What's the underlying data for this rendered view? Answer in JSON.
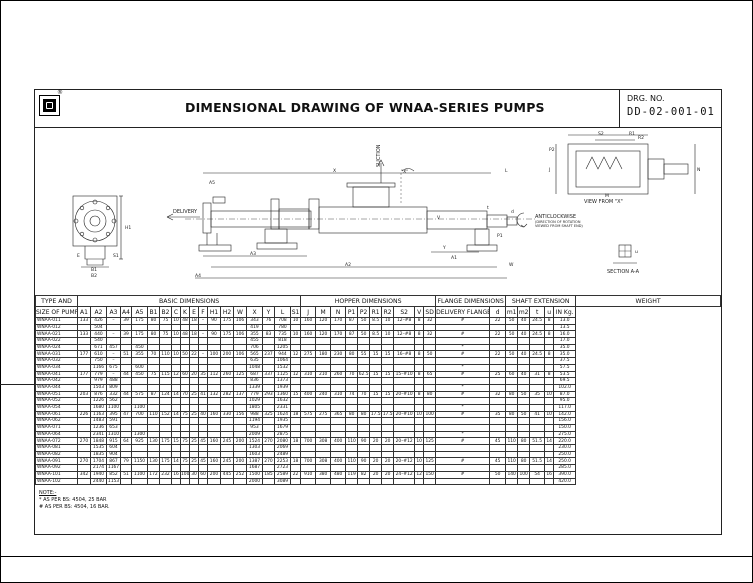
{
  "title": "DIMENSIONAL DRAWING OF WNAA-SERIES PUMPS",
  "drg_no_label": "DRG. NO.",
  "drg_no": "DD-02-001-01",
  "drawing": {
    "suction": "SUCTION",
    "delivery": "DELIVERY",
    "x_mark": "\"X\"",
    "anticlockwise": "ANTICLOCKWISE",
    "rotation_note_1": "(DIRECTION OF ROTATION",
    "rotation_note_2": "VIEWED FROM SHAFT END)",
    "view_from_x": "VIEW FROM \"X\"",
    "section_aa": "SECTION A-A",
    "dims": {
      "A5": "A5",
      "X": "X",
      "L": "L",
      "A1": "A1",
      "A2": "A2",
      "A3": "A3",
      "A4": "A4",
      "V": "V",
      "Y": "Y",
      "W": "W",
      "H": "H",
      "H1": "H1",
      "B1": "B1",
      "B2": "B2",
      "S1": "S1",
      "E": "E",
      "F": "F",
      "C": "C",
      "K": "K",
      "P1": "P1",
      "P2": "P2",
      "R1": "R1",
      "S2": "S2",
      "J": "J",
      "M": "M",
      "N": "N",
      "d": "d",
      "t": "t",
      "u": "u",
      "A": "A",
      "D": "D",
      "R2": "R2",
      "m1": "m1",
      "m2": "m2"
    }
  },
  "table": {
    "group_headers": {
      "type_and": "TYPE AND",
      "size_of_pump": "SIZE OF PUMP",
      "basic": "BASIC DIMENSIONS",
      "hopper": "HOPPER DIMENSIONS",
      "flange": "FLANGE DIMENSIONS",
      "shaft": "SHAFT EXTENSION",
      "weight": "WEIGHT",
      "weight_unit": "IN Kg."
    },
    "sub_headers": [
      "A1",
      "A2",
      "A3",
      "A4",
      "A5",
      "B1",
      "B2",
      "C",
      "K",
      "E",
      "F",
      "H1",
      "H2",
      "W",
      "X",
      "Y",
      "L",
      "S1",
      "J",
      "M",
      "N",
      "P1",
      "P2",
      "R1",
      "R2",
      "S2",
      "V",
      "SD",
      "DELIVERY FLANGE",
      "d",
      "m1",
      "m2",
      "t",
      "u"
    ],
    "rows": [
      [
        "WNAA-011",
        "133",
        "426",
        "–",
        "39",
        "175",
        "80",
        "75",
        "10",
        "48",
        "18",
        "–",
        "90",
        "175",
        "106",
        "343",
        "76",
        "708",
        "10",
        "160",
        "120",
        "170",
        "87",
        "50",
        "8.5",
        "10",
        "12–#8",
        "8",
        "32",
        "#",
        "22",
        "50",
        "40",
        "24.5",
        "8",
        "13.0"
      ],
      [
        "WNAA-012",
        "",
        "504",
        "",
        "",
        "",
        "",
        "",
        "",
        "",
        "",
        "",
        "",
        "",
        "",
        "419",
        "",
        "780",
        "",
        "",
        "",
        "",
        "",
        "",
        "",
        "",
        "",
        "",
        "",
        "",
        "",
        "",
        "",
        "",
        "",
        "13.5"
      ],
      [
        "WNAA-021",
        "133",
        "440",
        "–",
        "39",
        "175",
        "80",
        "75",
        "10",
        "48",
        "18",
        "–",
        "90",
        "175",
        "106",
        "355",
        "83",
        "735",
        "10",
        "160",
        "120",
        "170",
        "87",
        "50",
        "8.5",
        "10",
        "12–#8",
        "8",
        "32",
        "#",
        "22",
        "50",
        "40",
        "24.5",
        "8",
        "16.0"
      ],
      [
        "WNAA-022",
        "",
        "540",
        "",
        "",
        "",
        "",
        "",
        "",
        "",
        "",
        "",
        "",
        "",
        "",
        "455",
        "",
        "818",
        "",
        "",
        "",
        "",
        "",
        "",
        "",
        "",
        "",
        "",
        "",
        "",
        "",
        "",
        "",
        "",
        "",
        "17.0"
      ],
      [
        "WNAA-024",
        "",
        "671",
        "457",
        "",
        "450",
        "",
        "",
        "",
        "",
        "",
        "",
        "",
        "",
        "",
        "706",
        "",
        "1205",
        "",
        "",
        "",
        "",
        "",
        "",
        "",
        "",
        "",
        "",
        "",
        "*",
        "",
        "",
        "",
        "",
        "",
        "35.0"
      ],
      [
        "WNAA-031",
        "177",
        "610",
        "–",
        "51",
        "355",
        "70",
        "110",
        "10",
        "50",
        "22",
        "–",
        "100",
        "200",
        "106",
        "565",
        "237",
        "944",
        "12",
        "275",
        "180",
        "230",
        "80",
        "55",
        "15",
        "15",
        "16–#8",
        "8",
        "50",
        "#",
        "22",
        "50",
        "40",
        "24.5",
        "8",
        "35.0"
      ],
      [
        "WNAA-032",
        "",
        "750",
        "–",
        "",
        "",
        "",
        "",
        "",
        "",
        "",
        "",
        "",
        "",
        "",
        "635",
        "",
        "1064",
        "",
        "",
        "",
        "",
        "",
        "",
        "",
        "",
        "",
        "",
        "",
        "",
        "",
        "",
        "",
        "",
        "",
        "37.5"
      ],
      [
        "WNAA-034",
        "",
        "1166",
        "675",
        "",
        "600",
        "",
        "",
        "",
        "",
        "",
        "",
        "",
        "",
        "",
        "1048",
        "",
        "1532",
        "",
        "",
        "",
        "",
        "",
        "",
        "",
        "",
        "",
        "",
        "",
        "*",
        "",
        "",
        "",
        "",
        "",
        "57.5"
      ],
      [
        "WNAA-041",
        "177",
        "779",
        "–",
        "44",
        "450",
        "75",
        "115",
        "12",
        "60",
        "20",
        "35",
        "112",
        "260",
        "125",
        "687",
        "337",
        "1125",
        "12",
        "310",
        "210",
        "260",
        "70",
        "62.5",
        "15",
        "15",
        "15–#10",
        "8",
        "65",
        "#",
        "25",
        "60",
        "40",
        "31",
        "8",
        "53.5"
      ],
      [
        "WNAA-042",
        "",
        "979",
        "488",
        "",
        "",
        "",
        "",
        "",
        "",
        "",
        "",
        "",
        "",
        "",
        "836",
        "",
        "1373",
        "",
        "",
        "",
        "",
        "",
        "",
        "",
        "",
        "",
        "",
        "",
        "",
        "",
        "",
        "",
        "",
        "",
        "69.5"
      ],
      [
        "WNAA-044",
        "",
        "1503",
        "809",
        "",
        "",
        "",
        "",
        "",
        "",
        "",
        "",
        "",
        "",
        "",
        "1339",
        "",
        "1939",
        "",
        "",
        "",
        "",
        "",
        "",
        "",
        "",
        "",
        "",
        "",
        "*",
        "",
        "",
        "",
        "",
        "",
        "102.0"
      ],
      [
        "WNAA-051",
        "203",
        "876",
        "332",
        "44",
        "575",
        "87",
        "124",
        "14",
        "70",
        "25",
        "41",
        "132",
        "282",
        "137",
        "779",
        "293",
        "1360",
        "15",
        "400",
        "240",
        "310",
        "74",
        "70",
        "15",
        "15",
        "20–#10",
        "8",
        "80",
        "#",
        "32",
        "80",
        "50",
        "35",
        "10",
        "87.0"
      ],
      [
        "WNAA-052",
        "",
        "1226",
        "562",
        "",
        "",
        "",
        "",
        "",
        "",
        "",
        "",
        "",
        "",
        "",
        "1029",
        "",
        "1632",
        "",
        "",
        "",
        "",
        "",
        "",
        "",
        "",
        "",
        "",
        "",
        "",
        "",
        "",
        "",
        "",
        "",
        "95.0"
      ],
      [
        "WNAA-054",
        "",
        "1680",
        "1100",
        "",
        "1100",
        "",
        "",
        "",
        "",
        "",
        "",
        "",
        "",
        "",
        "1805",
        "",
        "2331",
        "",
        "",
        "",
        "",
        "",
        "",
        "",
        "",
        "",
        "",
        "",
        "*",
        "",
        "",
        "",
        "",
        "",
        "117.0"
      ],
      [
        "WNAA-061",
        "226",
        "1163",
        "395",
        "47",
        "700",
        "110",
        "152",
        "14",
        "75",
        "25",
        "40",
        "160",
        "330",
        "156",
        "988",
        "325",
        "1624",
        "18",
        "575",
        "275",
        "365",
        "80",
        "80",
        "17.5",
        "17.5",
        "20–#10",
        "10",
        "100",
        "#",
        "35",
        "80",
        "50",
        "41",
        "10",
        "142.0"
      ],
      [
        "WNAA-062",
        "",
        "1483",
        "591",
        "",
        "",
        "",
        "",
        "",
        "",
        "",
        "",
        "",
        "",
        "",
        "1194",
        "",
        "1935",
        "",
        "",
        "",
        "",
        "",
        "",
        "",
        "",
        "",
        "",
        "",
        "",
        "",
        "",
        "",
        "",
        "",
        "156.0"
      ],
      [
        "WNAA-071",
        "",
        "1236",
        "653",
        "",
        "",
        "",
        "",
        "",
        "",
        "",
        "",
        "",
        "",
        "",
        "953",
        "",
        "1679",
        "",
        "",
        "",
        "",
        "",
        "",
        "",
        "",
        "",
        "",
        "",
        "",
        "",
        "",
        "",
        "",
        "",
        "150.0"
      ],
      [
        "WNAA-064",
        "",
        "2341",
        "1310",
        "",
        "1300",
        "",
        "",
        "",
        "",
        "",
        "",
        "",
        "",
        "",
        "2009",
        "",
        "2875",
        "",
        "",
        "",
        "",
        "",
        "",
        "",
        "",
        "",
        "",
        "",
        "*",
        "",
        "",
        "",
        "",
        "",
        "275.0"
      ],
      [
        "WNAA-072",
        "270",
        "1848",
        "915",
        "64",
        "925",
        "130",
        "175",
        "15",
        "75",
        "25",
        "45",
        "160",
        "245",
        "200",
        "1524",
        "270",
        "2080",
        "18",
        "700",
        "308",
        "400",
        "110",
        "90",
        "20",
        "20",
        "20–#12",
        "10",
        "125",
        "#",
        "45",
        "110",
        "80",
        "51.5",
        "14",
        "220.0"
      ],
      [
        "WNAA-081",
        "",
        "1535",
        "604",
        "",
        "",
        "",
        "",
        "",
        "",
        "",
        "",
        "",
        "",
        "",
        "1303",
        "",
        "2069",
        "",
        "",
        "",
        "",
        "",
        "",
        "",
        "",
        "",
        "",
        "",
        "",
        "",
        "",
        "",
        "",
        "",
        "230.0"
      ],
      [
        "WNAA-082",
        "",
        "1835",
        "904",
        "",
        "",
        "",
        "",
        "",
        "",
        "",
        "",
        "",
        "",
        "",
        "1603",
        "",
        "2489",
        "",
        "",
        "",
        "",
        "",
        "",
        "",
        "",
        "",
        "",
        "",
        "",
        "",
        "",
        "",
        "",
        "",
        "250.0"
      ],
      [
        "WNAA-091",
        "270",
        "1704",
        "867",
        "79",
        "1150",
        "130",
        "175",
        "14",
        "75",
        "25",
        "45",
        "160",
        "245",
        "200",
        "1387",
        "270",
        "2253",
        "18",
        "700",
        "308",
        "400",
        "110",
        "90",
        "20",
        "20",
        "20–#12",
        "10",
        "125",
        "#",
        "45",
        "110",
        "80",
        "51.5",
        "14",
        "250.0"
      ],
      [
        "WNAA-092",
        "",
        "2174",
        "1167",
        "",
        "",
        "",
        "",
        "",
        "",
        "",
        "",
        "",
        "",
        "",
        "1687",
        "",
        "2723",
        "",
        "",
        "",
        "",
        "",
        "",
        "",
        "",
        "",
        "",
        "",
        "",
        "",
        "",
        "",
        "",
        "",
        "285.0"
      ],
      [
        "WNAA-101",
        "342",
        "1940",
        "852",
        "51",
        "1100",
        "172",
        "232",
        "16",
        "100",
        "30",
        "60",
        "200",
        "445",
        "252",
        "1500",
        "185",
        "2589",
        "22",
        "910",
        "380",
        "480",
        "119",
        "82",
        "20",
        "20",
        "24–#12",
        "12",
        "150",
        "#",
        "50",
        "140",
        "100",
        "54",
        "16",
        "390.0"
      ],
      [
        "WNAA-102",
        "",
        "2440",
        "1153",
        "",
        "",
        "",
        "",
        "",
        "",
        "",
        "",
        "",
        "",
        "",
        "2000",
        "",
        "3089",
        "",
        "",
        "",
        "",
        "",
        "",
        "",
        "",
        "",
        "",
        "",
        "",
        "",
        "",
        "",
        "",
        "",
        "420.0"
      ]
    ]
  },
  "notes": {
    "title": "NOTE:-",
    "line1": "* AS PER BS: 4504, 25 BAR",
    "line2": "# AS PER BS: 4504, 16 BAR."
  }
}
